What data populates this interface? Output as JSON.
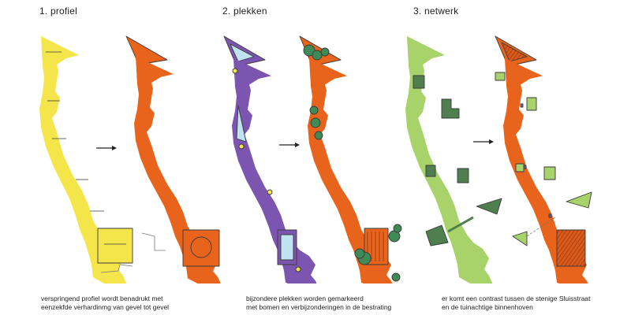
{
  "panels": [
    {
      "title": "1. profiel",
      "caption_lines": [
        "verspringend profiel wordt benadrukt met",
        "eenzekfde verhardinmg van gevel tot gevel"
      ]
    },
    {
      "title": "2. plekken",
      "caption_lines": [
        "bijzondere plekken worden gemarkeerd",
        "met bomen en verbijzonderingen in de bestrating"
      ]
    },
    {
      "title": "3. netwerk",
      "caption_lines": [
        "er komt een contrast tussen de stenige Sluisstraat",
        "en de tuinachtige binnenhoven"
      ]
    }
  ],
  "colors": {
    "profile_yellow": "#f4e64a",
    "street_orange": "#e8641c",
    "street_purple": "#7b55b0",
    "place_lightblue": "#bfe3f2",
    "tree_green": "#3f8a57",
    "garden_lightgreen": "#a8d26a",
    "garden_darkgreen": "#4f7f4e",
    "outline": "#3a3a3a"
  }
}
